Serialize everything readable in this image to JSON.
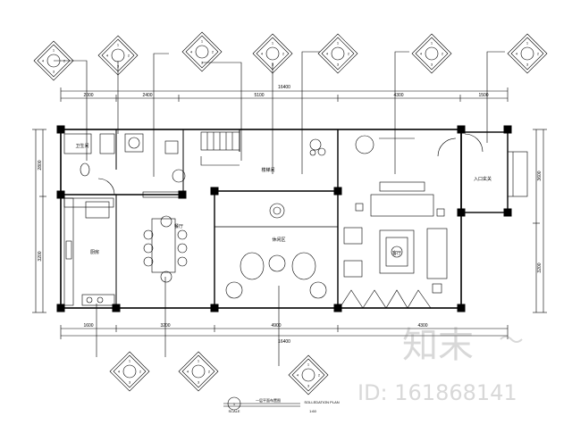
{
  "plan": {
    "total_width_label": "16400",
    "top_dims": [
      "2000",
      "2400",
      "5100",
      "4300",
      "1500"
    ],
    "bottom_dims": [
      "1600",
      "3200",
      "4900",
      "4300"
    ],
    "left_dims": [
      "2800",
      "3200"
    ],
    "right_dims": [
      "3600",
      "3200"
    ],
    "elevation_tags": [
      "1",
      "2",
      "3",
      "4"
    ],
    "title": "一层平面布置图",
    "subtitle": "SOLLEDATION PLAN",
    "scale": "SCALE",
    "unit": "1:60"
  },
  "rooms": [
    {
      "label": "卫生间"
    },
    {
      "label": "厨房"
    },
    {
      "label": "餐厅"
    },
    {
      "label": "休闲区"
    },
    {
      "label": "客厅"
    },
    {
      "label": "入口玄关"
    },
    {
      "label": "楼梯间"
    }
  ],
  "watermark": {
    "brand": "知末",
    "id_text": "ID: 161868141"
  }
}
